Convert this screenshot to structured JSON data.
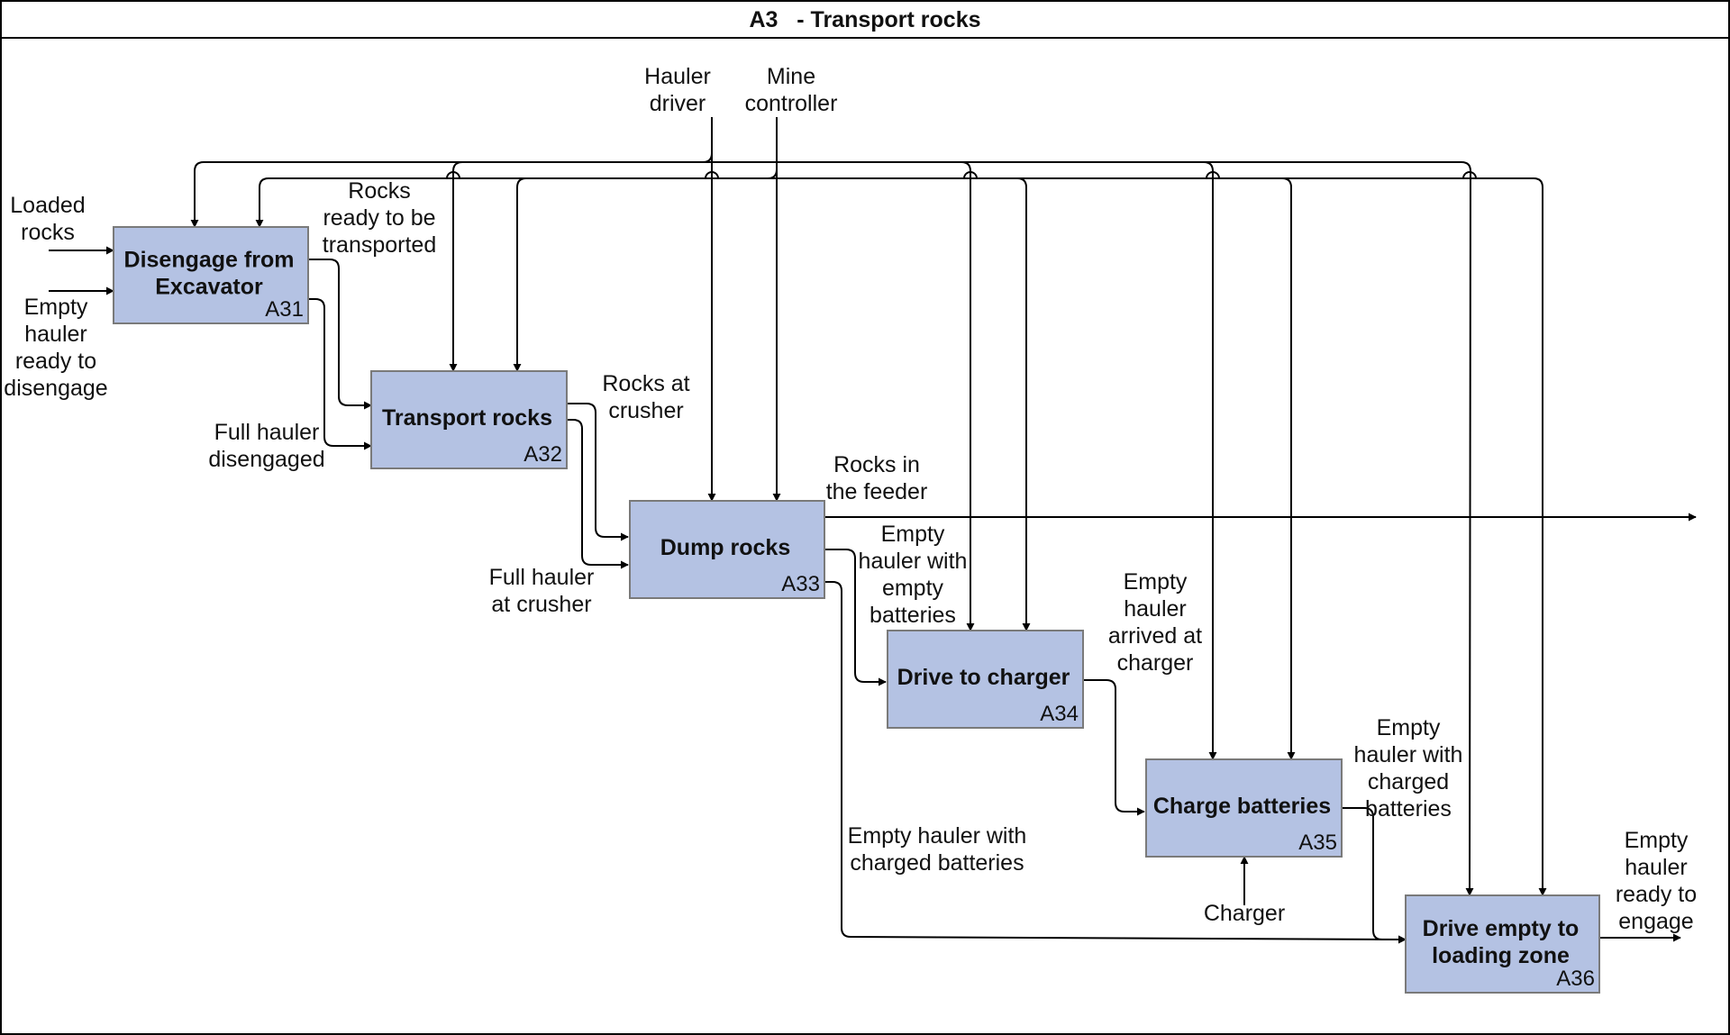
{
  "title": "A3   - Transport rocks",
  "boxes": [
    {
      "name_lines": [
        "Disengage from",
        "Excavator"
      ],
      "id": "A31"
    },
    {
      "name_lines": [
        "Transport rocks"
      ],
      "id": "A32"
    },
    {
      "name_lines": [
        "Dump rocks"
      ],
      "id": "A33"
    },
    {
      "name_lines": [
        "Drive to charger"
      ],
      "id": "A34"
    },
    {
      "name_lines": [
        "Charge batteries"
      ],
      "id": "A35"
    },
    {
      "name_lines": [
        "Drive empty to",
        "loading zone"
      ],
      "id": "A36"
    }
  ],
  "labels": {
    "hauler_driver": [
      "Hauler",
      "driver"
    ],
    "mine_controller": [
      "Mine",
      "controller"
    ],
    "loaded_rocks": [
      "Loaded",
      "rocks"
    ],
    "empty_hauler_ready_disengage": [
      "Empty",
      "hauler",
      "ready to",
      "disengage"
    ],
    "rocks_ready_transported": [
      "Rocks",
      "ready to be",
      "transported"
    ],
    "full_hauler_disengaged": [
      "Full hauler",
      "disengaged"
    ],
    "rocks_at_crusher": [
      "Rocks at",
      "crusher"
    ],
    "full_hauler_at_crusher": [
      "Full hauler",
      "at crusher"
    ],
    "rocks_in_feeder": [
      "Rocks in",
      "the feeder"
    ],
    "empty_hauler_empty_batteries": [
      "Empty",
      "hauler with",
      "empty",
      "batteries"
    ],
    "empty_hauler_arrived_charger": [
      "Empty",
      "hauler",
      "arrived at",
      "charger"
    ],
    "empty_hauler_charged_batteries_right": [
      "Empty",
      "hauler with",
      "charged",
      "batteries"
    ],
    "empty_hauler_charged_batteries_bottom": [
      "Empty hauler with",
      "charged batteries"
    ],
    "charger": [
      "Charger"
    ],
    "empty_hauler_ready_engage": [
      "Empty",
      "hauler",
      "ready to",
      "engage"
    ]
  }
}
